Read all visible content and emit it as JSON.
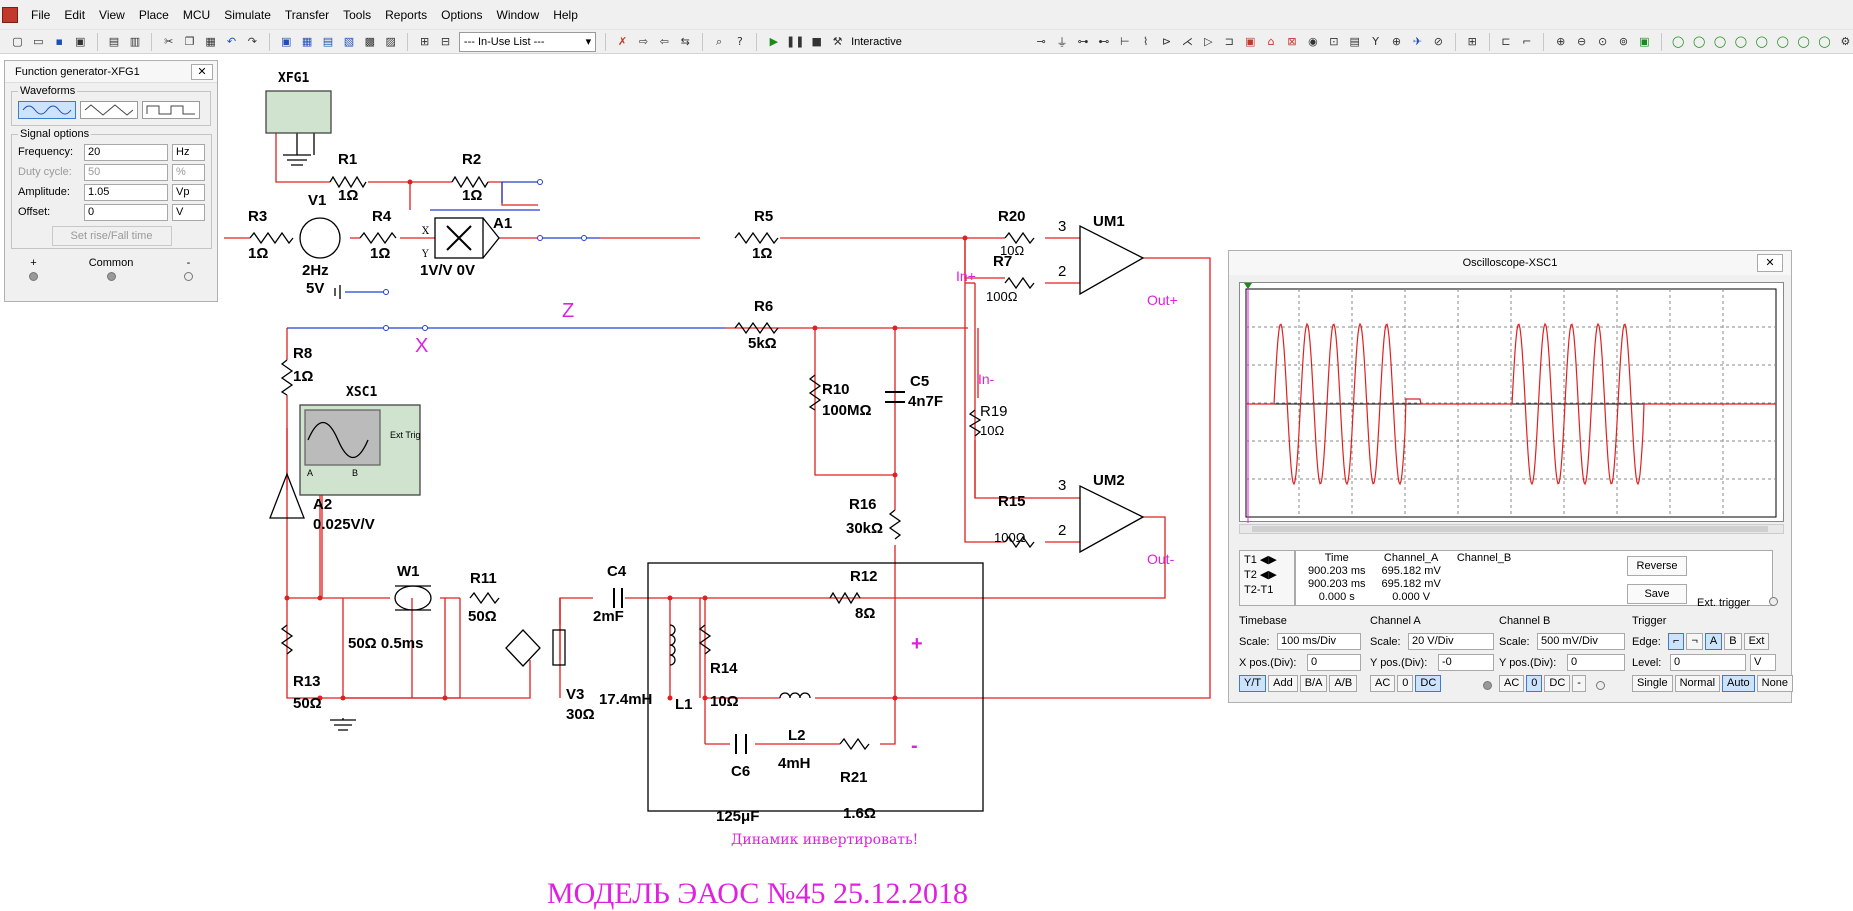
{
  "menubar": {
    "items": [
      "File",
      "Edit",
      "View",
      "Place",
      "MCU",
      "Simulate",
      "Transfer",
      "Tools",
      "Reports",
      "Options",
      "Window",
      "Help"
    ]
  },
  "toolbar": {
    "in_use_list": "--- In-Use List ---",
    "interactive_label": "Interactive"
  },
  "schematic": {
    "components": {
      "XFG1": "XFG1",
      "R1": "R1",
      "R1_val": "1Ω",
      "R2": "R2",
      "R2_val": "1Ω",
      "R3": "R3",
      "R3_val": "1Ω",
      "V1": "V1",
      "V1_f": "2Hz",
      "V1_v": "5V",
      "R4": "R4",
      "R4_val": "1Ω",
      "A1": "A1",
      "A1_val": "1V/V 0V",
      "R5": "R5",
      "R5_val": "1Ω",
      "R20": "R20",
      "R20_val": "10Ω",
      "R7": "R7",
      "R7_val": "100Ω",
      "UM1": "UM1",
      "UM2": "UM2",
      "R6": "R6",
      "R6_val": "5kΩ",
      "R8": "R8",
      "R8_val": "1Ω",
      "XSC1": "XSC1",
      "R10": "R10",
      "R10_val": "100MΩ",
      "C5": "C5",
      "C5_val": "4n7F",
      "R19": "R19",
      "R19_val": "10Ω",
      "R15": "R15",
      "R15_val": "100Ω",
      "R16": "R16",
      "R16_val": "30kΩ",
      "A2": "A2",
      "A2_val": "0.025V/V",
      "W1": "W1",
      "W1_val": "50Ω 0.5ms",
      "R11": "R11",
      "R11_val": "50Ω",
      "C4": "C4",
      "C4_val": "2mF",
      "R12": "R12",
      "R12_val": "8Ω",
      "R13": "R13",
      "R13_val": "50Ω",
      "V3": "V3",
      "V3_val": "30Ω",
      "L1": "L1",
      "L1_val": "17.4mH",
      "R14": "R14",
      "R14_val": "10Ω",
      "L2": "L2",
      "L2_val": "4mH",
      "C6": "C6",
      "C6_val": "125μF",
      "R21": "R21",
      "R21_val": "1.6Ω",
      "Y": "Y",
      "X": "X",
      "ext_trig": "Ext Trig",
      "pin_A": "A",
      "pin_B": "B",
      "pin3a": "3",
      "pin2a": "2",
      "pin3b": "3",
      "pin2b": "2"
    },
    "net_labels": {
      "in_plus": "In+",
      "in_minus": "In-",
      "out_plus": "Out+",
      "out_minus": "Out-",
      "x": "X",
      "z": "Z",
      "plus": "+",
      "minus": "-"
    },
    "note": "Динамик инвертировать!",
    "title": "МОДЕЛЬ ЭАОС №45 25.12.2018"
  },
  "function_generator": {
    "title": "Function generator-XFG1",
    "waveforms_label": "Waveforms",
    "signal_options_label": "Signal options",
    "frequency": {
      "label": "Frequency:",
      "value": "20",
      "unit": "Hz"
    },
    "duty_cycle": {
      "label": "Duty cycle:",
      "value": "50",
      "unit": "%"
    },
    "amplitude": {
      "label": "Amplitude:",
      "value": "1.05",
      "unit": "Vp"
    },
    "offset": {
      "label": "Offset:",
      "value": "0",
      "unit": "V"
    },
    "rise_fall": "Set rise/Fall time",
    "terminals": {
      "plus": "+",
      "common": "Common",
      "minus": "-"
    }
  },
  "oscilloscope": {
    "title": "Oscilloscope-XSC1",
    "cursor_labels": [
      "T1",
      "T2",
      "T2-T1"
    ],
    "table": {
      "headers": [
        "Time",
        "Channel_A",
        "Channel_B"
      ],
      "rows": [
        [
          "900.203 ms",
          "695.182 mV",
          ""
        ],
        [
          "900.203 ms",
          "695.182 mV",
          ""
        ],
        [
          "0.000 s",
          "0.000 V",
          ""
        ]
      ]
    },
    "reverse": "Reverse",
    "save": "Save",
    "ext_trigger": "Ext. trigger",
    "timebase": {
      "label": "Timebase",
      "scale_label": "Scale:",
      "scale": "100 ms/Div",
      "xpos_label": "X pos.(Div):",
      "xpos": "0",
      "modes": [
        "Y/T",
        "Add",
        "B/A",
        "A/B"
      ]
    },
    "channel_a": {
      "label": "Channel A",
      "scale_label": "Scale:",
      "scale": "20  V/Div",
      "ypos_label": "Y pos.(Div):",
      "ypos": "-0",
      "modes": [
        "AC",
        "0",
        "DC"
      ]
    },
    "channel_b": {
      "label": "Channel B",
      "scale_label": "Scale:",
      "scale": "500 mV/Div",
      "ypos_label": "Y pos.(Div):",
      "ypos": "0",
      "modes": [
        "AC",
        "0",
        "DC",
        "-"
      ]
    },
    "trigger": {
      "label": "Trigger",
      "edge_label": "Edge:",
      "edge_buttons": [
        "A",
        "B",
        "Ext"
      ],
      "level_label": "Level:",
      "level": "0",
      "level_unit": "V",
      "modes": [
        "Single",
        "Normal",
        "Auto",
        "None"
      ]
    },
    "trace_color": "#e02020"
  }
}
